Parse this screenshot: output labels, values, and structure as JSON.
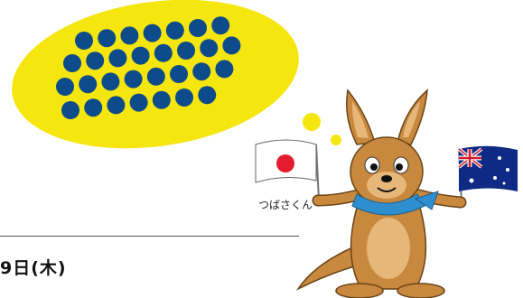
{
  "mascot": {
    "name_label": "つばさくん",
    "left_flag": "japan-flag",
    "right_flag": "australia-flag"
  },
  "date_fragment": "9日(木)",
  "colors": {
    "bubble": "#f6e60f",
    "dots": "#0d4b8a",
    "kangaroo": "#c8893f",
    "scarf": "#2f8fce"
  }
}
